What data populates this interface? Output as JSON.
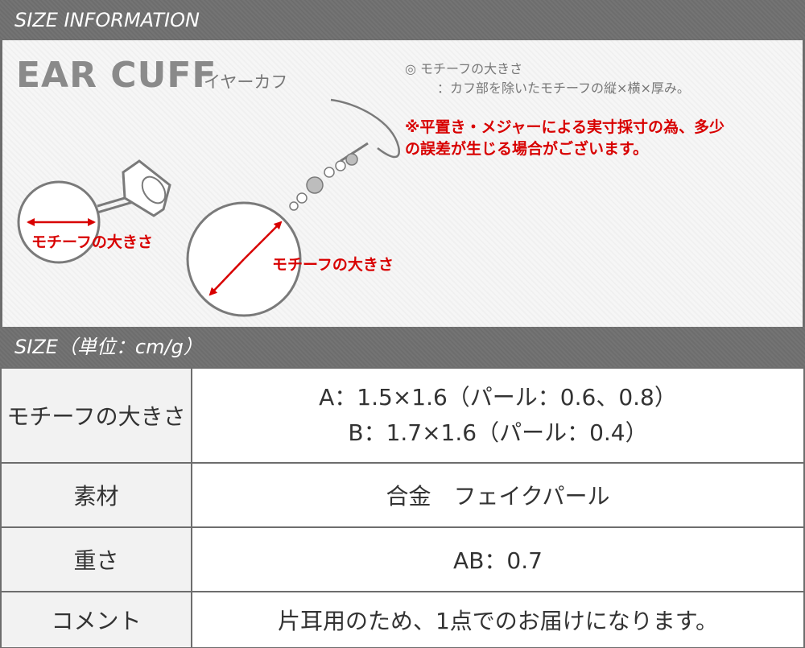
{
  "header": {
    "title": "SIZE INFORMATION"
  },
  "product": {
    "name": "EAR CUFF",
    "name_jp": "イヤーカフ"
  },
  "notes": {
    "motif_note_title": "◎ モチーフの大きさ",
    "motif_note_desc": "：カフ部を除いたモチーフの縦×横×厚み。",
    "warning_line1": "※平置き・メジャーによる実寸採寸の為、多少",
    "warning_line2": "の誤差が生じる場合がございます。"
  },
  "diagram": {
    "label_a": "モチーフの大きさ",
    "label_b": "モチーフの大きさ",
    "colors": {
      "outline": "#7a7a7a",
      "arrow": "#d80000",
      "pearl": "#bdbdbd"
    }
  },
  "size_header": {
    "title": "SIZE（単位：cm/g）"
  },
  "spec_table": {
    "rows": [
      {
        "label": "モチーフの大きさ",
        "values": [
          "A：1.5×1.6（パール：0.6、0.8）",
          "B：1.7×1.6（パール：0.4）"
        ]
      },
      {
        "label": "素材",
        "values": [
          "合金　フェイクパール"
        ]
      },
      {
        "label": "重さ",
        "values": [
          "AB：0.7"
        ]
      },
      {
        "label": "コメント",
        "values": [
          "片耳用のため、1点でのお届けになります。"
        ]
      }
    ]
  }
}
